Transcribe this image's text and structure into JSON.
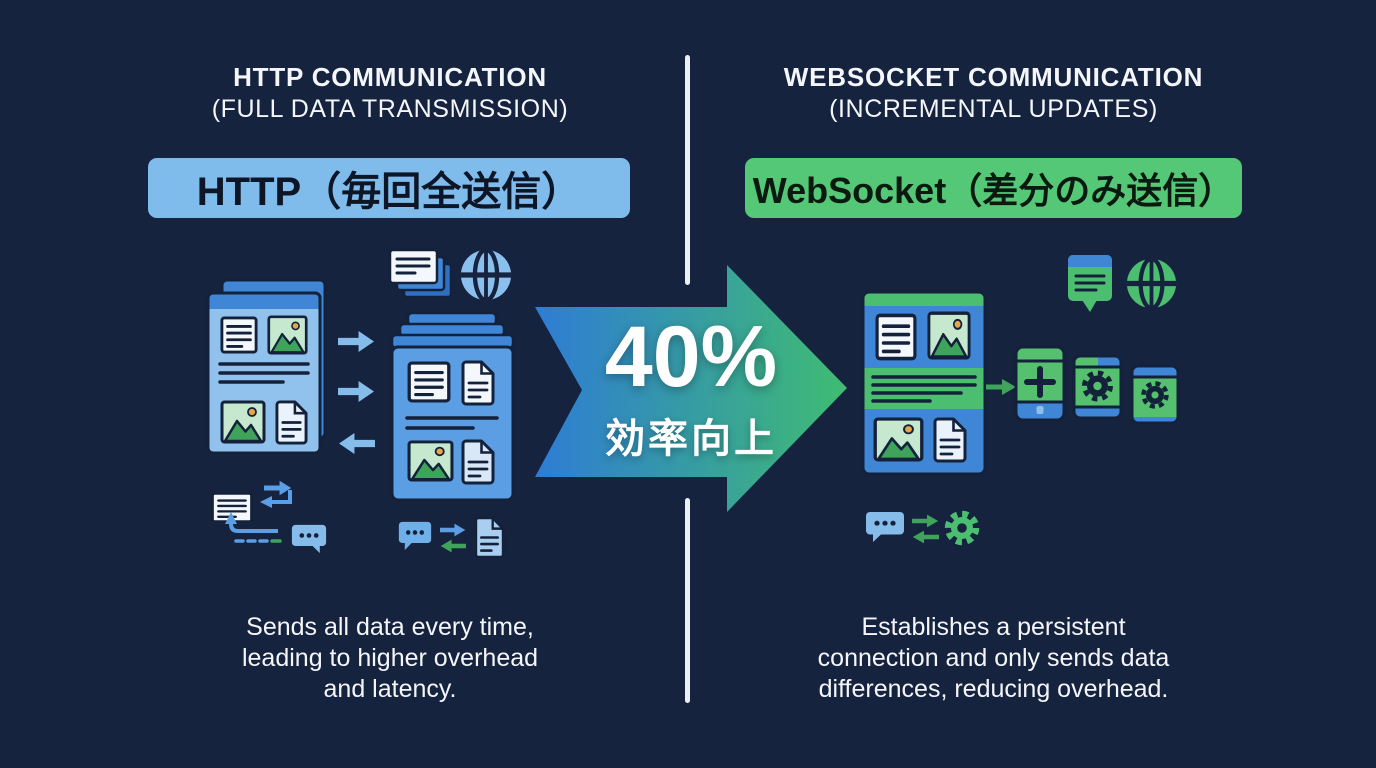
{
  "left_panel": {
    "heading_line1": "HTTP COMMUNICATION",
    "heading_line2": "(FULL DATA TRANSMISSION)",
    "banner_label": "HTTP（毎回全送信）",
    "banner_color": "#7FBCEC",
    "caption_lines": [
      "Sends all data every time,",
      "leading to higher overhead",
      "and latency."
    ],
    "icons": [
      "stacked-documents-icon",
      "globe-icon",
      "webpage-card",
      "request-response-arrows",
      "server-stack",
      "text-card-icon",
      "exchange-arrows-icon",
      "chat-bubble-icon",
      "document-icon"
    ]
  },
  "right_panel": {
    "heading_line1": "WEBSOCKET COMMUNICATION",
    "heading_line2": "(INCREMENTAL UPDATES)",
    "banner_label": "WebSocket（差分のみ送信）",
    "banner_color": "#55C878",
    "caption_lines": [
      "Establishes a persistent",
      "connection and only sends data",
      "differences, reducing overhead."
    ],
    "icons": [
      "chat-page-icon",
      "globe-icon",
      "webpage-card",
      "update-arrow",
      "device-plus-icon",
      "device-gear-icon",
      "device-gear-icon",
      "chat-bubble-icon",
      "sync-arrows-icon",
      "gear-icon"
    ]
  },
  "center": {
    "percent": "40%",
    "label": "効率向上",
    "gradient_start": "#2E7CD5",
    "gradient_end": "#3FBC72"
  },
  "colors": {
    "background": "#16233E",
    "divider": "#ECF0F5",
    "text": "#F4F6FA",
    "outline": "#14213A",
    "blue_light": "#85BCEA",
    "blue_mid": "#3F86D6",
    "blue_deep": "#2D6FC0",
    "green": "#4CBE70",
    "green_light": "#C5E8CF",
    "sun_orange": "#E8A64C"
  }
}
